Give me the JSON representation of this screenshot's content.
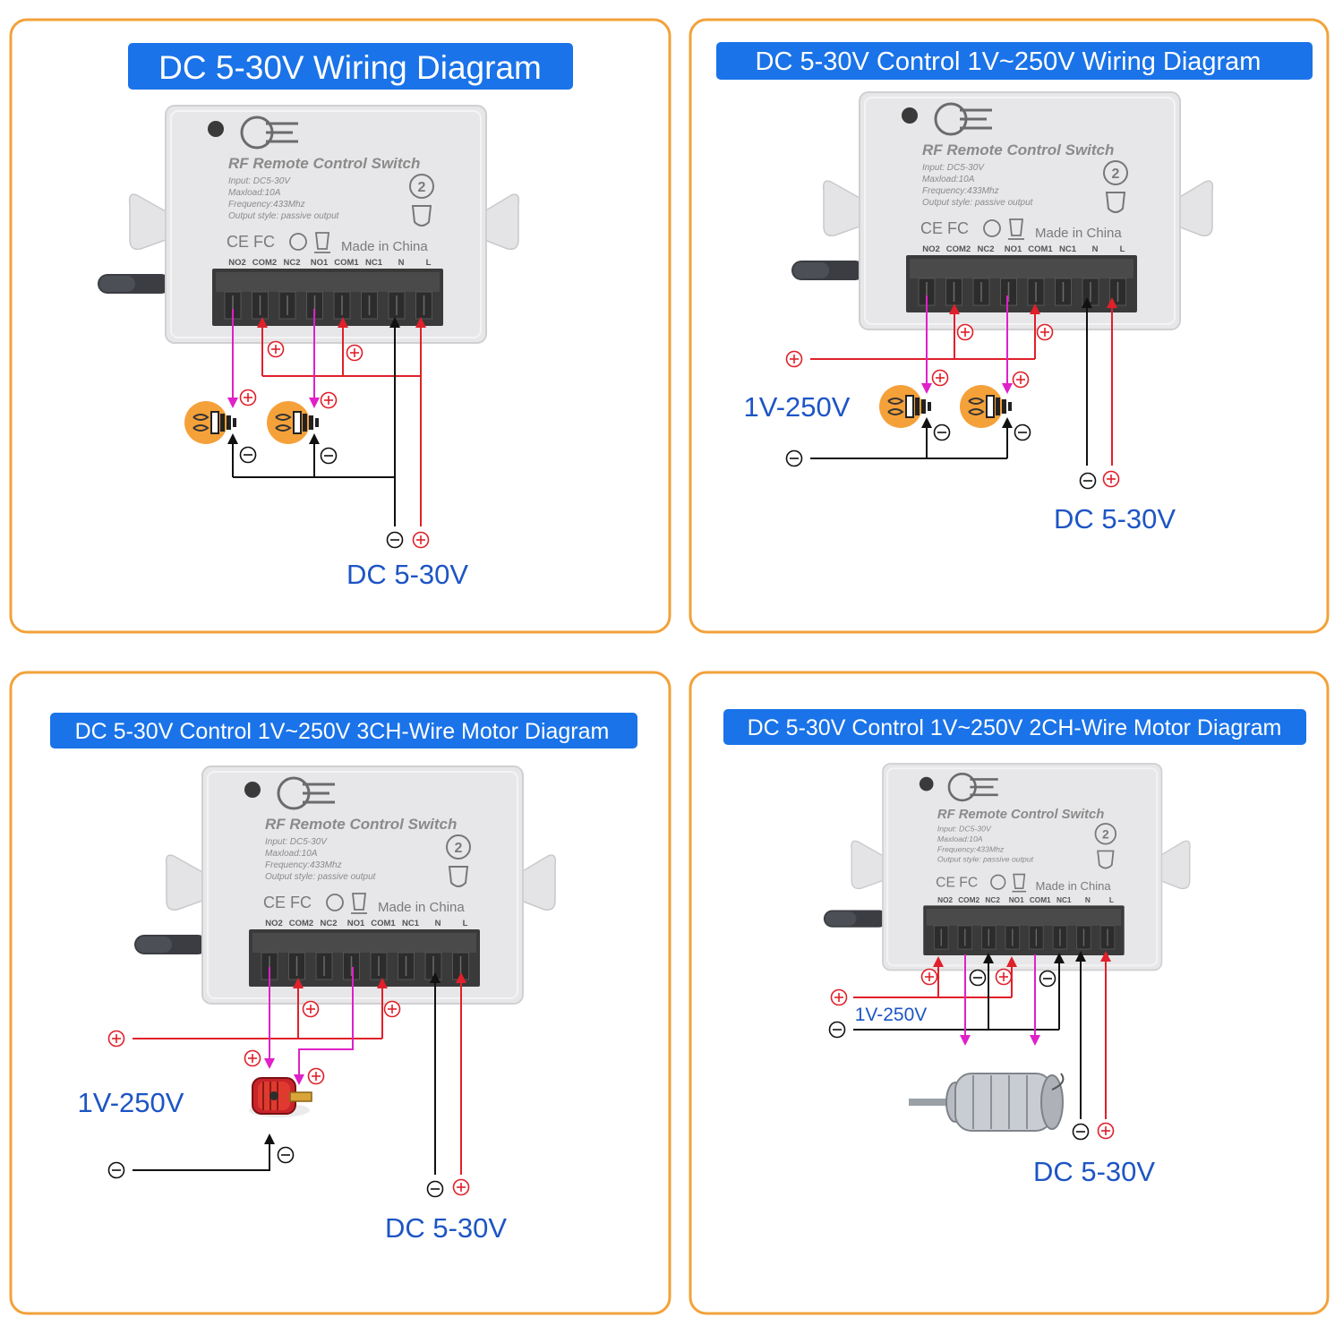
{
  "colors": {
    "panel_border": "#f2a23a",
    "title_bg": "#1a73e8",
    "label_blue": "#1d55c4",
    "wire_red": "#e0202a",
    "wire_black": "#111111",
    "wire_magenta": "#e020c8",
    "device_body": "#e7e7e9",
    "terminal_block": "#3a3a3a"
  },
  "symbols": {
    "plus": "⊕",
    "minus": "⊖"
  },
  "device": {
    "title": "RF Remote Control Switch",
    "input": "Input: DC5-30V",
    "maxload": "Maxload:10A",
    "frequency": "Frequency:433Mhz",
    "output_style": "Output style: passive output",
    "certs": "CE FC",
    "made_in": "Made in China",
    "channels": "2",
    "terminals": [
      "NO2",
      "COM2",
      "NC2",
      "NO1",
      "COM1",
      "NC1",
      "N",
      "L"
    ]
  },
  "panels": [
    {
      "title": "DC 5-30V Wiring Diagram",
      "supply_label": "DC 5-30V"
    },
    {
      "title": "DC 5-30V Control 1V~250V Wiring  Diagram",
      "load_voltage_label": "1V-250V",
      "supply_label": "DC 5-30V"
    },
    {
      "title": "DC 5-30V Control 1V~250V 3CH-Wire Motor Diagram",
      "load_voltage_label": "1V-250V",
      "supply_label": "DC 5-30V"
    },
    {
      "title": "DC 5-30V Control 1V~250V 2CH-Wire Motor Diagram",
      "load_voltage_label": "1V-250V",
      "supply_label": "DC 5-30V"
    }
  ]
}
